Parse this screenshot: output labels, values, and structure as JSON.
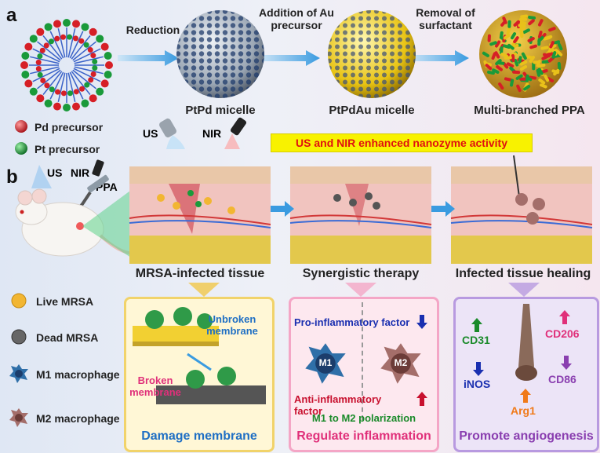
{
  "panel_a": {
    "letter": "a",
    "steps": [
      "Reduction",
      "Addition of Au precursor",
      "Removal of surfactant"
    ],
    "spheres": [
      "PtPd micelle",
      "PtPdAu micelle",
      "Multi-branched PPA"
    ]
  },
  "panel_b": {
    "letter": "b",
    "mouse_labels": {
      "us": "US",
      "nir": "NIR",
      "ppa": "PPA"
    },
    "probe_labels": {
      "us": "US",
      "nir": "NIR"
    },
    "banner": "US and NIR enhanced nanozyme activity",
    "tissues": [
      "MRSA-infected tissue",
      "Synergistic therapy",
      "Infected tissue healing"
    ]
  },
  "legend": {
    "pd": "Pd precursor",
    "pt": "Pt precursor",
    "live": "Live MRSA",
    "dead": "Dead MRSA",
    "m1": "M1 macrophage",
    "m2": "M2 macrophage"
  },
  "box1": {
    "title": "Damage membrane",
    "unbroken": "Unbroken membrane",
    "broken": "Broken membrane"
  },
  "box2": {
    "title": "Regulate inflammation",
    "pro": "Pro-inflammatory  factor",
    "anti": "Anti-inflammatory  factor",
    "m1": "M1",
    "m2": "M2",
    "polarization": "M1 to M2 polarization"
  },
  "box3": {
    "title": "Promote angiogenesis",
    "cd31": "CD31",
    "cd206": "CD206",
    "inos": "iNOS",
    "cd86": "CD86",
    "arg1": "Arg1"
  },
  "colors": {
    "arrow": "#3a9be0",
    "pd": "#d61f26",
    "pt": "#1a9a3a",
    "gold": "#e9c11a",
    "banner_bg": "#f8f200",
    "banner_text": "#e01010",
    "box1_title": "#1f6fc4",
    "box2_title": "#e0307a",
    "box3_title": "#8a3fb0"
  }
}
